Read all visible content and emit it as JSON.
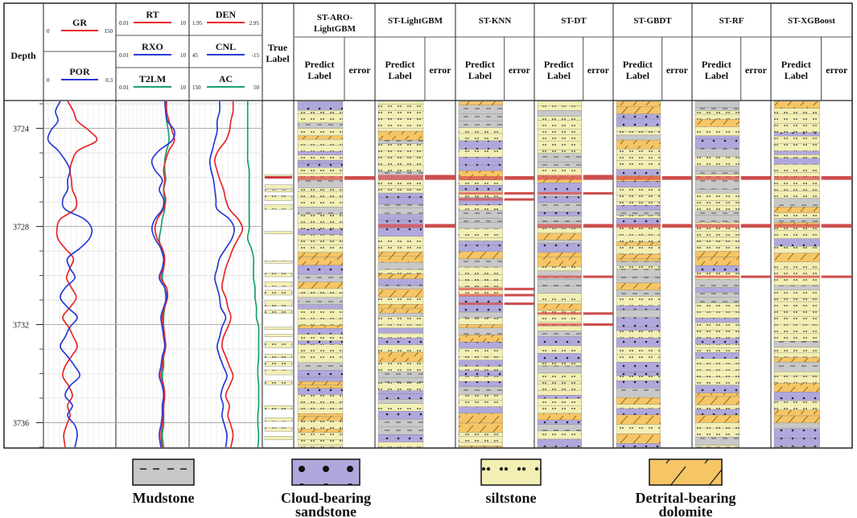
{
  "chart_data": {
    "type": "well-log-lithology",
    "depth_label": "Depth",
    "depth_ticks": [
      3724,
      3728,
      3732,
      3736
    ],
    "depth_range": [
      3722.9,
      3737.0
    ],
    "track1": {
      "curves": [
        {
          "name": "GR",
          "min": "0",
          "max": "150",
          "color": "#e8262a"
        },
        {
          "name": "POR",
          "min": "0",
          "max": "0.3",
          "color": "#2b39d6"
        }
      ]
    },
    "track2": {
      "curves": [
        {
          "name": "RT",
          "min": "0.01",
          "max": "10",
          "color": "#e8262a"
        },
        {
          "name": "RXO",
          "min": "0.01",
          "max": "10",
          "color": "#2b39d6"
        },
        {
          "name": "T2LM",
          "min": "0.01",
          "max": "10",
          "color": "#1aa06a"
        }
      ]
    },
    "track3": {
      "curves": [
        {
          "name": "DEN",
          "min": "1.95",
          "max": "2.95",
          "color": "#e8262a"
        },
        {
          "name": "CNL",
          "min": "45",
          "max": "-15",
          "color": "#2b39d6"
        },
        {
          "name": "AC",
          "min": "150",
          "max": "50",
          "color": "#1aa06a"
        }
      ]
    },
    "curve_samples": {
      "depths": [
        3722.9,
        3723.3,
        3723.7,
        3724.1,
        3724.5,
        3724.9,
        3725.3,
        3725.7,
        3726.1,
        3726.5,
        3726.9,
        3727.3,
        3727.7,
        3728.1,
        3728.5,
        3728.9,
        3729.3,
        3729.7,
        3730.1,
        3730.5,
        3730.9,
        3731.3,
        3731.7,
        3732.1,
        3732.5,
        3732.9,
        3733.3,
        3733.7,
        3734.1,
        3734.5,
        3734.9,
        3735.3,
        3735.7,
        3736.1,
        3736.5,
        3737.0
      ],
      "GR": [
        50,
        62,
        70,
        95,
        110,
        72,
        60,
        55,
        58,
        60,
        68,
        65,
        35,
        28,
        30,
        45,
        62,
        55,
        48,
        58,
        68,
        55,
        40,
        52,
        62,
        70,
        58,
        45,
        40,
        52,
        60,
        50,
        55,
        48,
        42,
        45
      ],
      "POR": [
        0.07,
        0.05,
        0.06,
        0.03,
        0.02,
        0.06,
        0.09,
        0.11,
        0.1,
        0.1,
        0.08,
        0.09,
        0.17,
        0.2,
        0.19,
        0.15,
        0.1,
        0.11,
        0.13,
        0.09,
        0.07,
        0.1,
        0.14,
        0.11,
        0.09,
        0.07,
        0.1,
        0.13,
        0.15,
        0.11,
        0.09,
        0.12,
        0.1,
        0.13,
        0.14,
        0.13
      ],
      "RT": [
        1.2,
        1.2,
        1.5,
        2.0,
        2.5,
        1.5,
        1.1,
        0.9,
        1.0,
        0.9,
        1.1,
        0.9,
        0.5,
        0.4,
        0.5,
        0.8,
        1.0,
        0.9,
        0.7,
        1.2,
        1.3,
        1.0,
        0.8,
        0.9,
        1.0,
        1.1,
        0.9,
        0.8,
        0.7,
        0.9,
        1.0,
        0.9,
        0.9,
        0.8,
        0.7,
        0.8
      ],
      "RXO": [
        1.0,
        1.1,
        1.3,
        2.5,
        2.0,
        0.6,
        0.3,
        0.4,
        0.8,
        0.6,
        0.9,
        0.8,
        0.4,
        0.3,
        0.4,
        0.7,
        0.9,
        0.8,
        0.6,
        1.0,
        1.2,
        0.9,
        0.7,
        0.8,
        0.9,
        1.0,
        0.8,
        0.7,
        0.6,
        0.8,
        0.9,
        0.8,
        0.8,
        0.7,
        0.6,
        0.7
      ],
      "T2LM": [
        1.1,
        1.1,
        1.2,
        1.4,
        1.5,
        1.2,
        1.0,
        1.0,
        1.1,
        0.9,
        1.0,
        1.0,
        0.8,
        0.7,
        0.6,
        0.7,
        0.9,
        0.9,
        0.8,
        1.0,
        1.1,
        1.0,
        0.9,
        0.9,
        1.0,
        1.0,
        0.9,
        0.9,
        0.8,
        0.9,
        1.0,
        0.9,
        0.9,
        0.9,
        0.8,
        0.9
      ],
      "DEN": [
        2.55,
        2.55,
        2.52,
        2.5,
        2.45,
        2.35,
        2.3,
        2.33,
        2.37,
        2.42,
        2.45,
        2.5,
        2.62,
        2.68,
        2.62,
        2.55,
        2.5,
        2.45,
        2.42,
        2.4,
        2.45,
        2.48,
        2.52,
        2.48,
        2.42,
        2.4,
        2.45,
        2.5,
        2.55,
        2.5,
        2.45,
        2.5,
        2.48,
        2.52,
        2.55,
        2.52
      ],
      "CNL": [
        20,
        20,
        22,
        22,
        24,
        26,
        28,
        27,
        25,
        24,
        23,
        22,
        12,
        8,
        10,
        15,
        20,
        22,
        24,
        22,
        20,
        19,
        15,
        18,
        20,
        22,
        20,
        17,
        14,
        17,
        19,
        17,
        18,
        16,
        14,
        15
      ],
      "AC": [
        70,
        70,
        70,
        70,
        70,
        70,
        70,
        68,
        68,
        68,
        68,
        68,
        68,
        68,
        70,
        65,
        62,
        62,
        62,
        60,
        60,
        58,
        58,
        55,
        55,
        55,
        55,
        56,
        56,
        55,
        55,
        55,
        56,
        56,
        55,
        56
      ]
    },
    "lithology_classes": [
      "Mudstone",
      "Cloud-bearing sandstone",
      "siltstone",
      "Detrital-bearing dolomite"
    ],
    "lithology_colors": {
      "Mudstone": "#c8c8c8",
      "Cloud-bearing sandstone": "#b0a8dc",
      "siltstone": "#f3efb4",
      "Detrital-bearing dolomite": "#f6c565"
    },
    "true_label_title": "True Label",
    "models": [
      {
        "name": "ST-ARO-LightGBM",
        "errors": [
          [
            3725.95,
            3726.1
          ]
        ]
      },
      {
        "name": "ST-LightGBM",
        "errors": [
          [
            3725.9,
            3726.1
          ],
          [
            3727.9,
            3728.05
          ]
        ]
      },
      {
        "name": "ST-KNN",
        "errors": [
          [
            3725.95,
            3726.1
          ],
          [
            3726.6,
            3726.7
          ],
          [
            3726.85,
            3726.95
          ],
          [
            3730.5,
            3730.6
          ],
          [
            3730.75,
            3730.85
          ],
          [
            3731.1,
            3731.2
          ]
        ]
      },
      {
        "name": "ST-DT",
        "errors": [
          [
            3725.9,
            3726.1
          ],
          [
            3726.6,
            3726.7
          ],
          [
            3727.9,
            3728.05
          ],
          [
            3730.0,
            3730.1
          ],
          [
            3731.5,
            3731.6
          ],
          [
            3731.95,
            3732.05
          ]
        ]
      },
      {
        "name": "ST-GBDT",
        "errors": [
          [
            3725.95,
            3726.1
          ],
          [
            3727.9,
            3728.05
          ]
        ]
      },
      {
        "name": "ST-RF",
        "errors": [
          [
            3725.95,
            3726.1
          ],
          [
            3727.9,
            3728.05
          ],
          [
            3730.0,
            3730.1
          ]
        ]
      },
      {
        "name": "ST-XGBoost",
        "errors": [
          [
            3725.95,
            3726.1
          ],
          [
            3727.9,
            3728.05
          ],
          [
            3730.0,
            3730.1
          ]
        ]
      }
    ],
    "predict_label_text": "Predict Label",
    "error_text": "error",
    "lithology_sequence_note": ""
  },
  "legend": [
    {
      "label": "Mudstone",
      "pattern": "mud"
    },
    {
      "label": "Cloud-bearing sandstone",
      "pattern": "sand"
    },
    {
      "label": "siltstone",
      "pattern": "silt"
    },
    {
      "label": "Detrital-bearing dolomite",
      "pattern": "dolo"
    }
  ]
}
